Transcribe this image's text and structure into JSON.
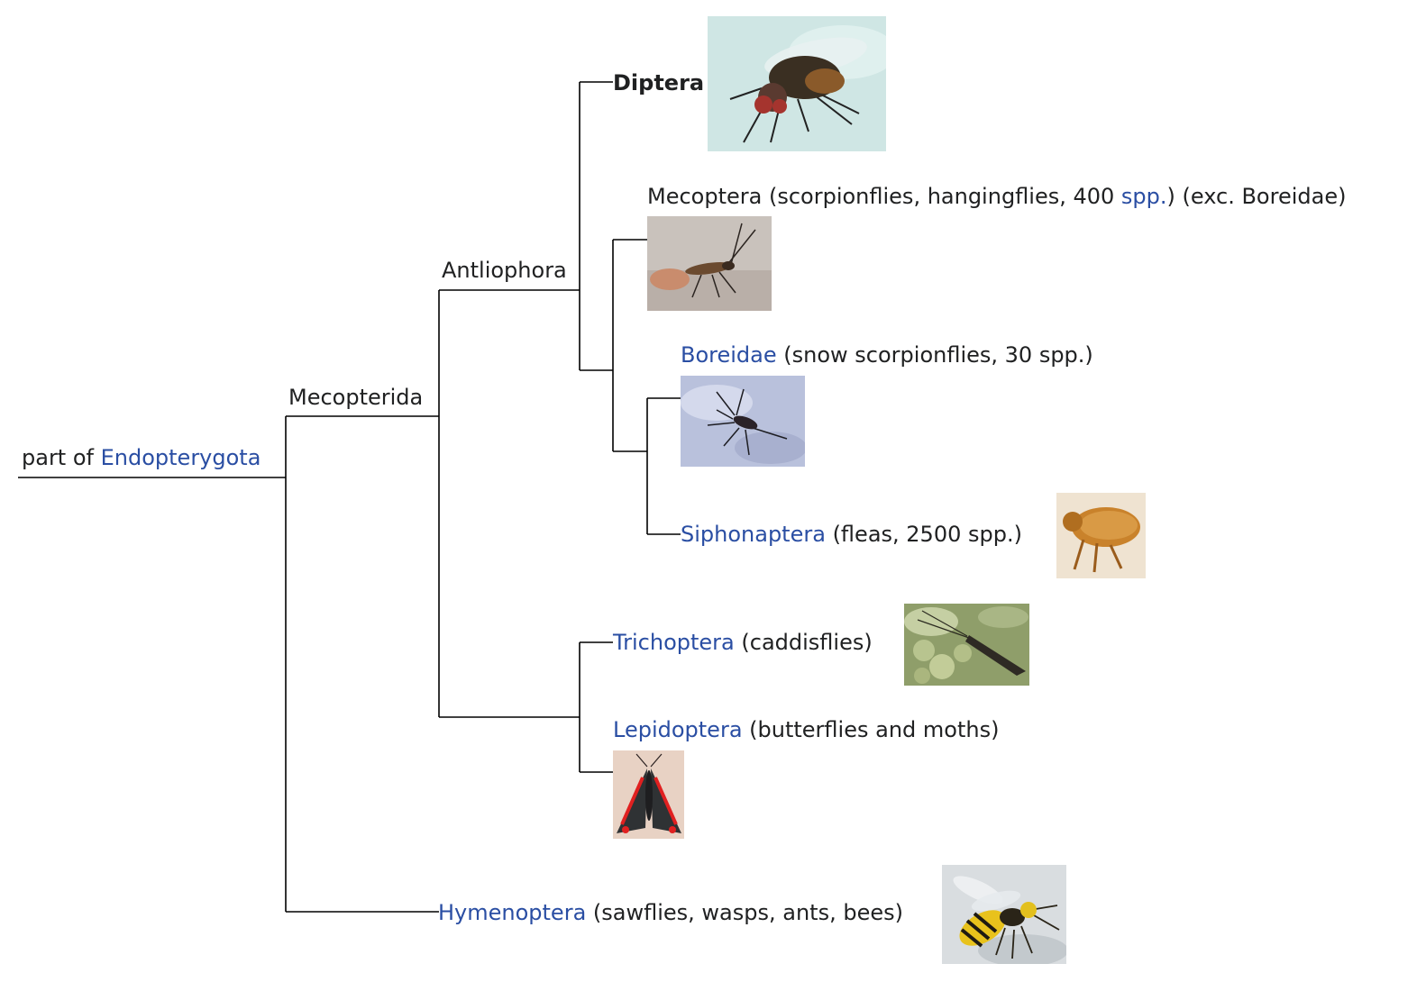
{
  "root": {
    "prefix": "part of ",
    "link": "Endopterygota"
  },
  "clades": {
    "mecopterida": "Mecopterida",
    "antliophora": "Antliophora"
  },
  "taxa": {
    "diptera": {
      "name": "Diptera"
    },
    "mecoptera": {
      "name": "Mecoptera",
      "desc_a": " (scorpionflies, hangingflies, 400 ",
      "spp_link": "spp.",
      "desc_b": ") (exc. Boreidae)"
    },
    "boreidae": {
      "name": "Boreidae",
      "desc": " (snow scorpionflies, 30 spp.)"
    },
    "siphonaptera": {
      "name": "Siphonaptera",
      "desc": " (fleas, 2500 spp.)"
    },
    "trichoptera": {
      "name": "Trichoptera",
      "desc": " (caddisflies)"
    },
    "lepidoptera": {
      "name": "Lepidoptera",
      "desc": " (butterflies and moths)"
    },
    "hymenoptera": {
      "name": "Hymenoptera",
      "desc": " (sawflies, wasps, ants, bees)"
    }
  },
  "colors": {
    "link": "#2a4ea3",
    "text": "#202122",
    "line": "#000000"
  }
}
